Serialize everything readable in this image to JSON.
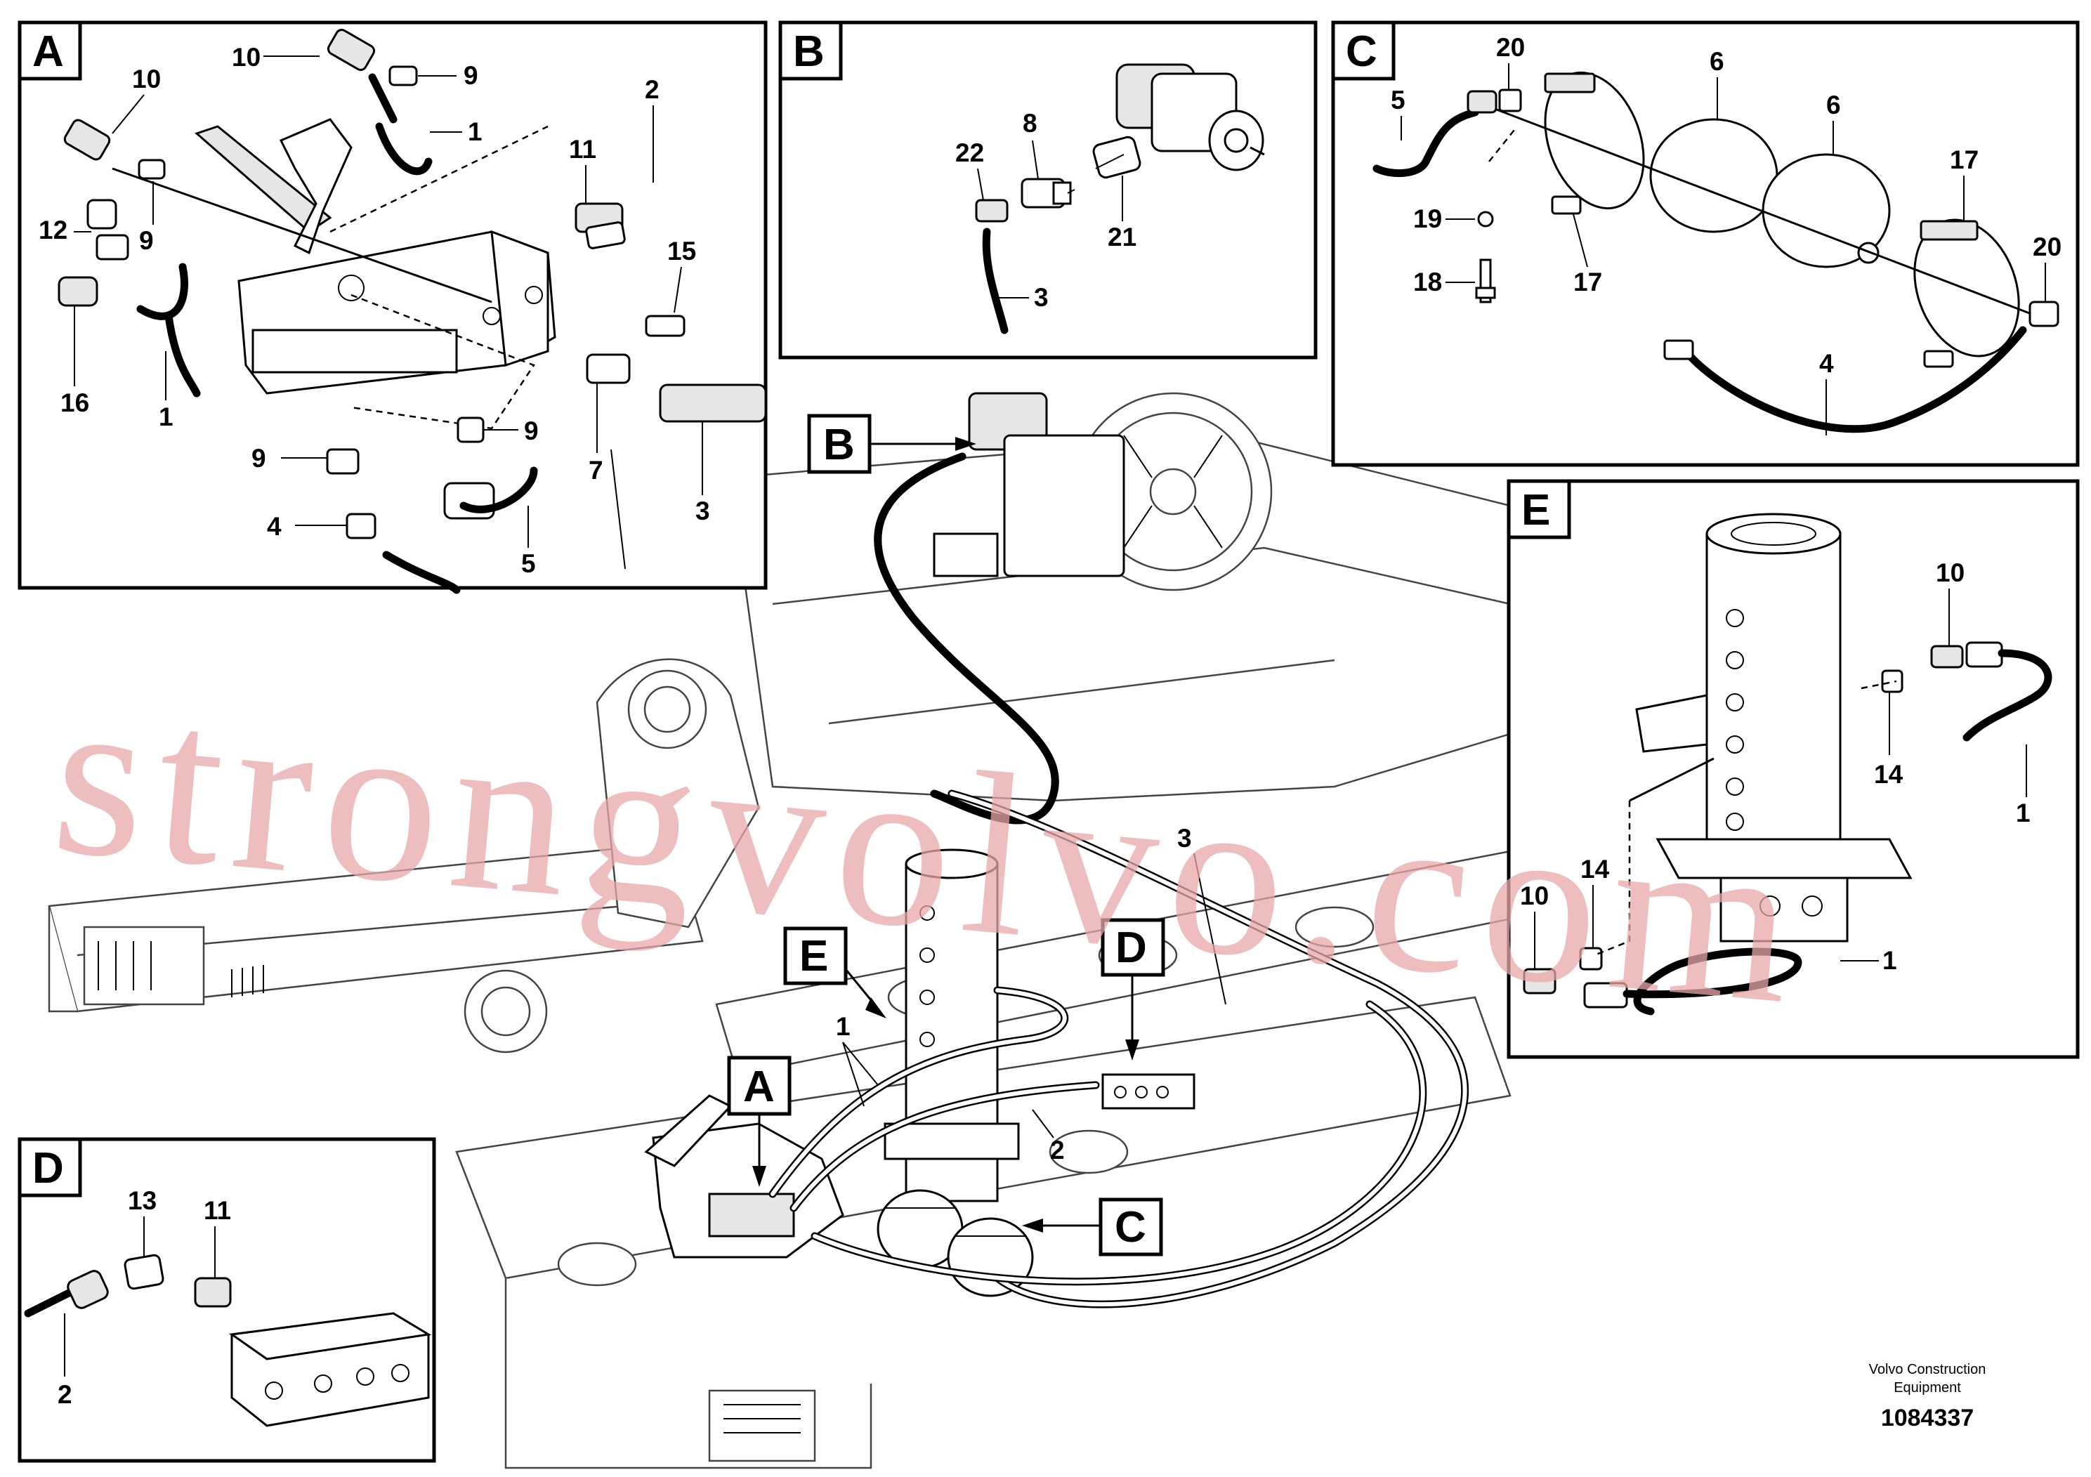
{
  "panels": {
    "A": {
      "title": "A",
      "labels": {
        "l10a": "10",
        "l9a": "9",
        "l1a": "1",
        "l2": "2",
        "l10b": "10",
        "l9b": "9",
        "l12": "12",
        "l11": "11",
        "l15": "15",
        "l16": "16",
        "l1b": "1",
        "l9c": "9",
        "l9d": "9",
        "l4": "4",
        "l7": "7",
        "l3": "3",
        "l5": "5"
      }
    },
    "B": {
      "title": "B",
      "labels": {
        "l8": "8",
        "l22": "22",
        "l21": "21",
        "l3": "3"
      }
    },
    "C": {
      "title": "C",
      "labels": {
        "l20a": "20",
        "l6a": "6",
        "l6b": "6",
        "l5": "5",
        "l17a": "17",
        "l19": "19",
        "l17b": "17",
        "l18": "18",
        "l20b": "20",
        "l4": "4"
      }
    },
    "D": {
      "title": "D",
      "labels": {
        "l13": "13",
        "l11": "11",
        "l2": "2"
      }
    },
    "E": {
      "title": "E",
      "labels": {
        "l10a": "10",
        "l14a": "14",
        "l1a": "1",
        "l10b": "10",
        "l14b": "14",
        "l1b": "1"
      }
    }
  },
  "main": {
    "callouts": {
      "A": "A",
      "B": "B",
      "C": "C",
      "D": "D",
      "E": "E"
    },
    "labels": {
      "l3": "3",
      "l1": "1",
      "l2": "2"
    }
  },
  "watermark": "strongvolvo.com",
  "footer": {
    "line1": "Volvo Construction",
    "line2": "Equipment",
    "number": "1084337"
  },
  "colors": {
    "watermark": "#e8a8a8",
    "ink": "#000000"
  }
}
